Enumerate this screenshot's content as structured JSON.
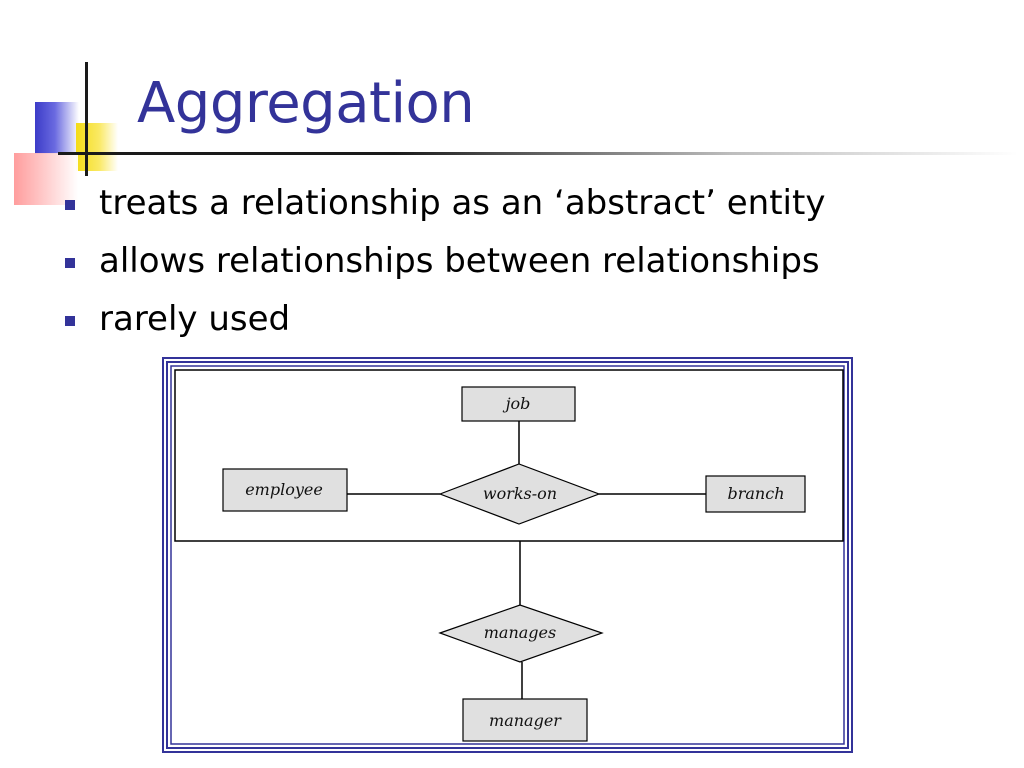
{
  "slide": {
    "title": "Aggregation",
    "bullets": [
      "treats a relationship as an ‘abstract’ entity",
      "allows relationships between relationships",
      "rarely used"
    ]
  },
  "diagram": {
    "entities": {
      "job": "job",
      "employee": "employee",
      "branch": "branch",
      "manager": "manager"
    },
    "relationships": {
      "works_on": "works-on",
      "manages": "manages"
    }
  },
  "colors": {
    "title": "#333399",
    "bullet_marker": "#333399",
    "frame": "#333399",
    "shape_fill": "#e0e0e0"
  }
}
